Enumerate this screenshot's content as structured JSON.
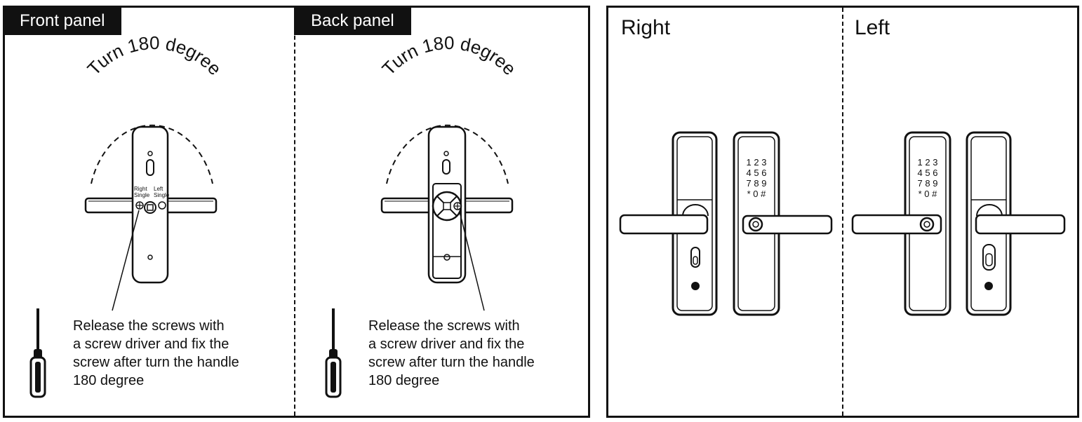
{
  "panels": {
    "front": {
      "tab": "Front panel",
      "arc_text": "Turn 180 degree",
      "switch": {
        "right": [
          "Right",
          "Single"
        ],
        "left": [
          "Left",
          "Single"
        ]
      },
      "caption": [
        "Release the screws with",
        "a screw driver  and fix the",
        "screw after turn the handle",
        "180 degree"
      ]
    },
    "back": {
      "tab": "Back panel",
      "arc_text": "Turn 180 degree",
      "caption": [
        "Release the screws with",
        "a screw driver  and fix the",
        "screw after turn the handle",
        "180 degree"
      ]
    }
  },
  "orientation": {
    "right": {
      "label": "Right",
      "keypad": [
        "1 2 3",
        "4 5 6",
        "7 8 9",
        "* 0 #"
      ]
    },
    "left": {
      "label": "Left",
      "keypad": [
        "1 2 3",
        "4 5 6",
        "7 8 9",
        "* 0 #"
      ]
    }
  }
}
